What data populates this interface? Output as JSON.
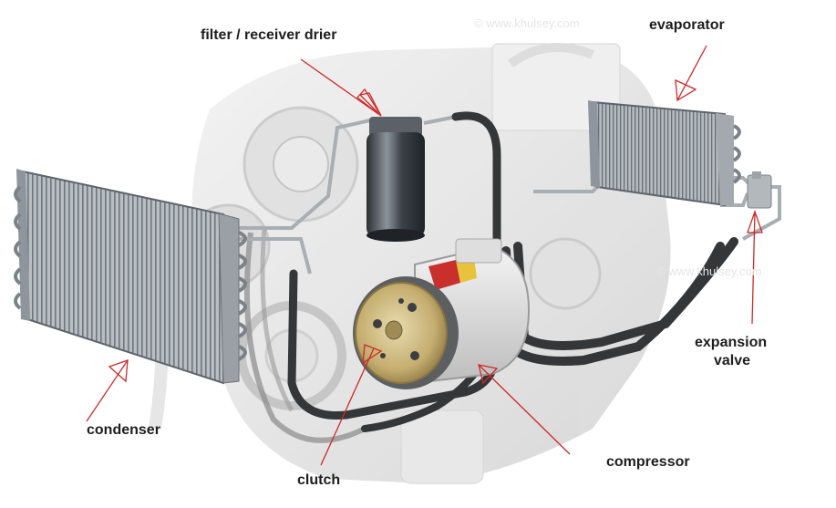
{
  "diagram": {
    "subject": "Automotive air conditioning system",
    "labels": {
      "filter_receiver_drier": "filter / receiver drier",
      "evaporator": "evaporator",
      "expansion_valve_line1": "expansion",
      "expansion_valve_line2": "valve",
      "compressor": "compressor",
      "condenser": "condenser",
      "clutch": "clutch"
    },
    "watermark": "© www.khulsey.com",
    "colors": {
      "arrow": "#cc2a2a",
      "label_text": "#1e1e1e",
      "hose": "#3a3a3a",
      "coil": "#9aa0a6",
      "clutch_plate": "#c9b680"
    }
  }
}
